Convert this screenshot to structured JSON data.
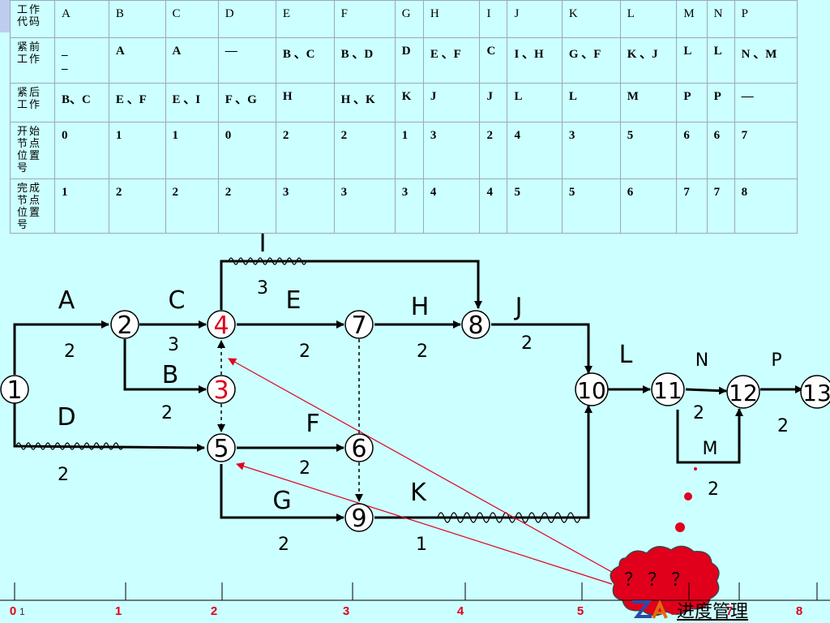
{
  "table": {
    "rows": [
      {
        "head": "工作代码",
        "cells": [
          "A",
          "B",
          "C",
          "D",
          "E",
          "F",
          "G",
          "H",
          "I",
          "J",
          "K",
          "L",
          "M",
          "N",
          "P"
        ]
      },
      {
        "head": "紧前工作",
        "cells": [
          "_\n_",
          "A",
          "A",
          "—",
          "B 、C",
          "B 、D",
          "D",
          "E 、F",
          "C",
          "I 、H",
          "G 、F",
          "K 、J",
          "L",
          "L",
          "N 、M"
        ]
      },
      {
        "head": "紧后工作",
        "cells": [
          "B、C",
          "E 、F",
          "E 、I",
          "F 、G",
          "H",
          "H 、K",
          "K",
          "J",
          "J",
          "L",
          "L",
          "M",
          "P",
          "P",
          "—"
        ]
      },
      {
        "head": "开始节点位置号",
        "cells": [
          "0",
          "1",
          "1",
          "0",
          "2",
          "2",
          "1",
          "3",
          "2",
          "4",
          "3",
          "5",
          "6",
          "6",
          "7"
        ]
      },
      {
        "head": "完成节点位置号",
        "cells": [
          "1",
          "2",
          "2",
          "2",
          "3",
          "3",
          "3",
          "4",
          "4",
          "5",
          "5",
          "6",
          "7",
          "7",
          "8"
        ]
      }
    ]
  },
  "nodes": [
    {
      "id": "1",
      "label": "1",
      "color": "#000000"
    },
    {
      "id": "2",
      "label": "2",
      "color": "#000000"
    },
    {
      "id": "3",
      "label": "3",
      "color": "#e0001b"
    },
    {
      "id": "4",
      "label": "4",
      "color": "#e0001b"
    },
    {
      "id": "5",
      "label": "5",
      "color": "#000000"
    },
    {
      "id": "6",
      "label": "6",
      "color": "#000000"
    },
    {
      "id": "7",
      "label": "7",
      "color": "#000000"
    },
    {
      "id": "8",
      "label": "8",
      "color": "#000000"
    },
    {
      "id": "9",
      "label": "9",
      "color": "#000000"
    },
    {
      "id": "10",
      "label": "10",
      "color": "#000000"
    },
    {
      "id": "11",
      "label": "11",
      "color": "#000000"
    },
    {
      "id": "12",
      "label": "12",
      "color": "#000000"
    },
    {
      "id": "13",
      "label": "13",
      "color": "#000000"
    }
  ],
  "activities": [
    {
      "name": "A",
      "duration": "2"
    },
    {
      "name": "B",
      "duration": "2"
    },
    {
      "name": "C",
      "duration": "3"
    },
    {
      "name": "D",
      "duration": "2"
    },
    {
      "name": "E",
      "duration": "2"
    },
    {
      "name": "F",
      "duration": "2"
    },
    {
      "name": "G",
      "duration": "2"
    },
    {
      "name": "H",
      "duration": "2"
    },
    {
      "name": "I",
      "duration": "3"
    },
    {
      "name": "J",
      "duration": "2"
    },
    {
      "name": "K",
      "duration": "1"
    },
    {
      "name": "L",
      "duration": ""
    },
    {
      "name": "M",
      "duration": "2"
    },
    {
      "name": "N",
      "duration": "2"
    },
    {
      "name": "P",
      "duration": "2"
    }
  ],
  "axis": {
    "labels": [
      "0",
      "1",
      "2",
      "3",
      "4",
      "5",
      "6",
      "7",
      "8"
    ],
    "extra_label": "1",
    "label_color": "#e0001b"
  },
  "callout": {
    "text": "？ ？ ？",
    "color": "#e0001b"
  },
  "footer": {
    "title": "进度管理"
  },
  "colors": {
    "line": "#000000",
    "red": "#e0001b",
    "background": "#ccffff"
  }
}
